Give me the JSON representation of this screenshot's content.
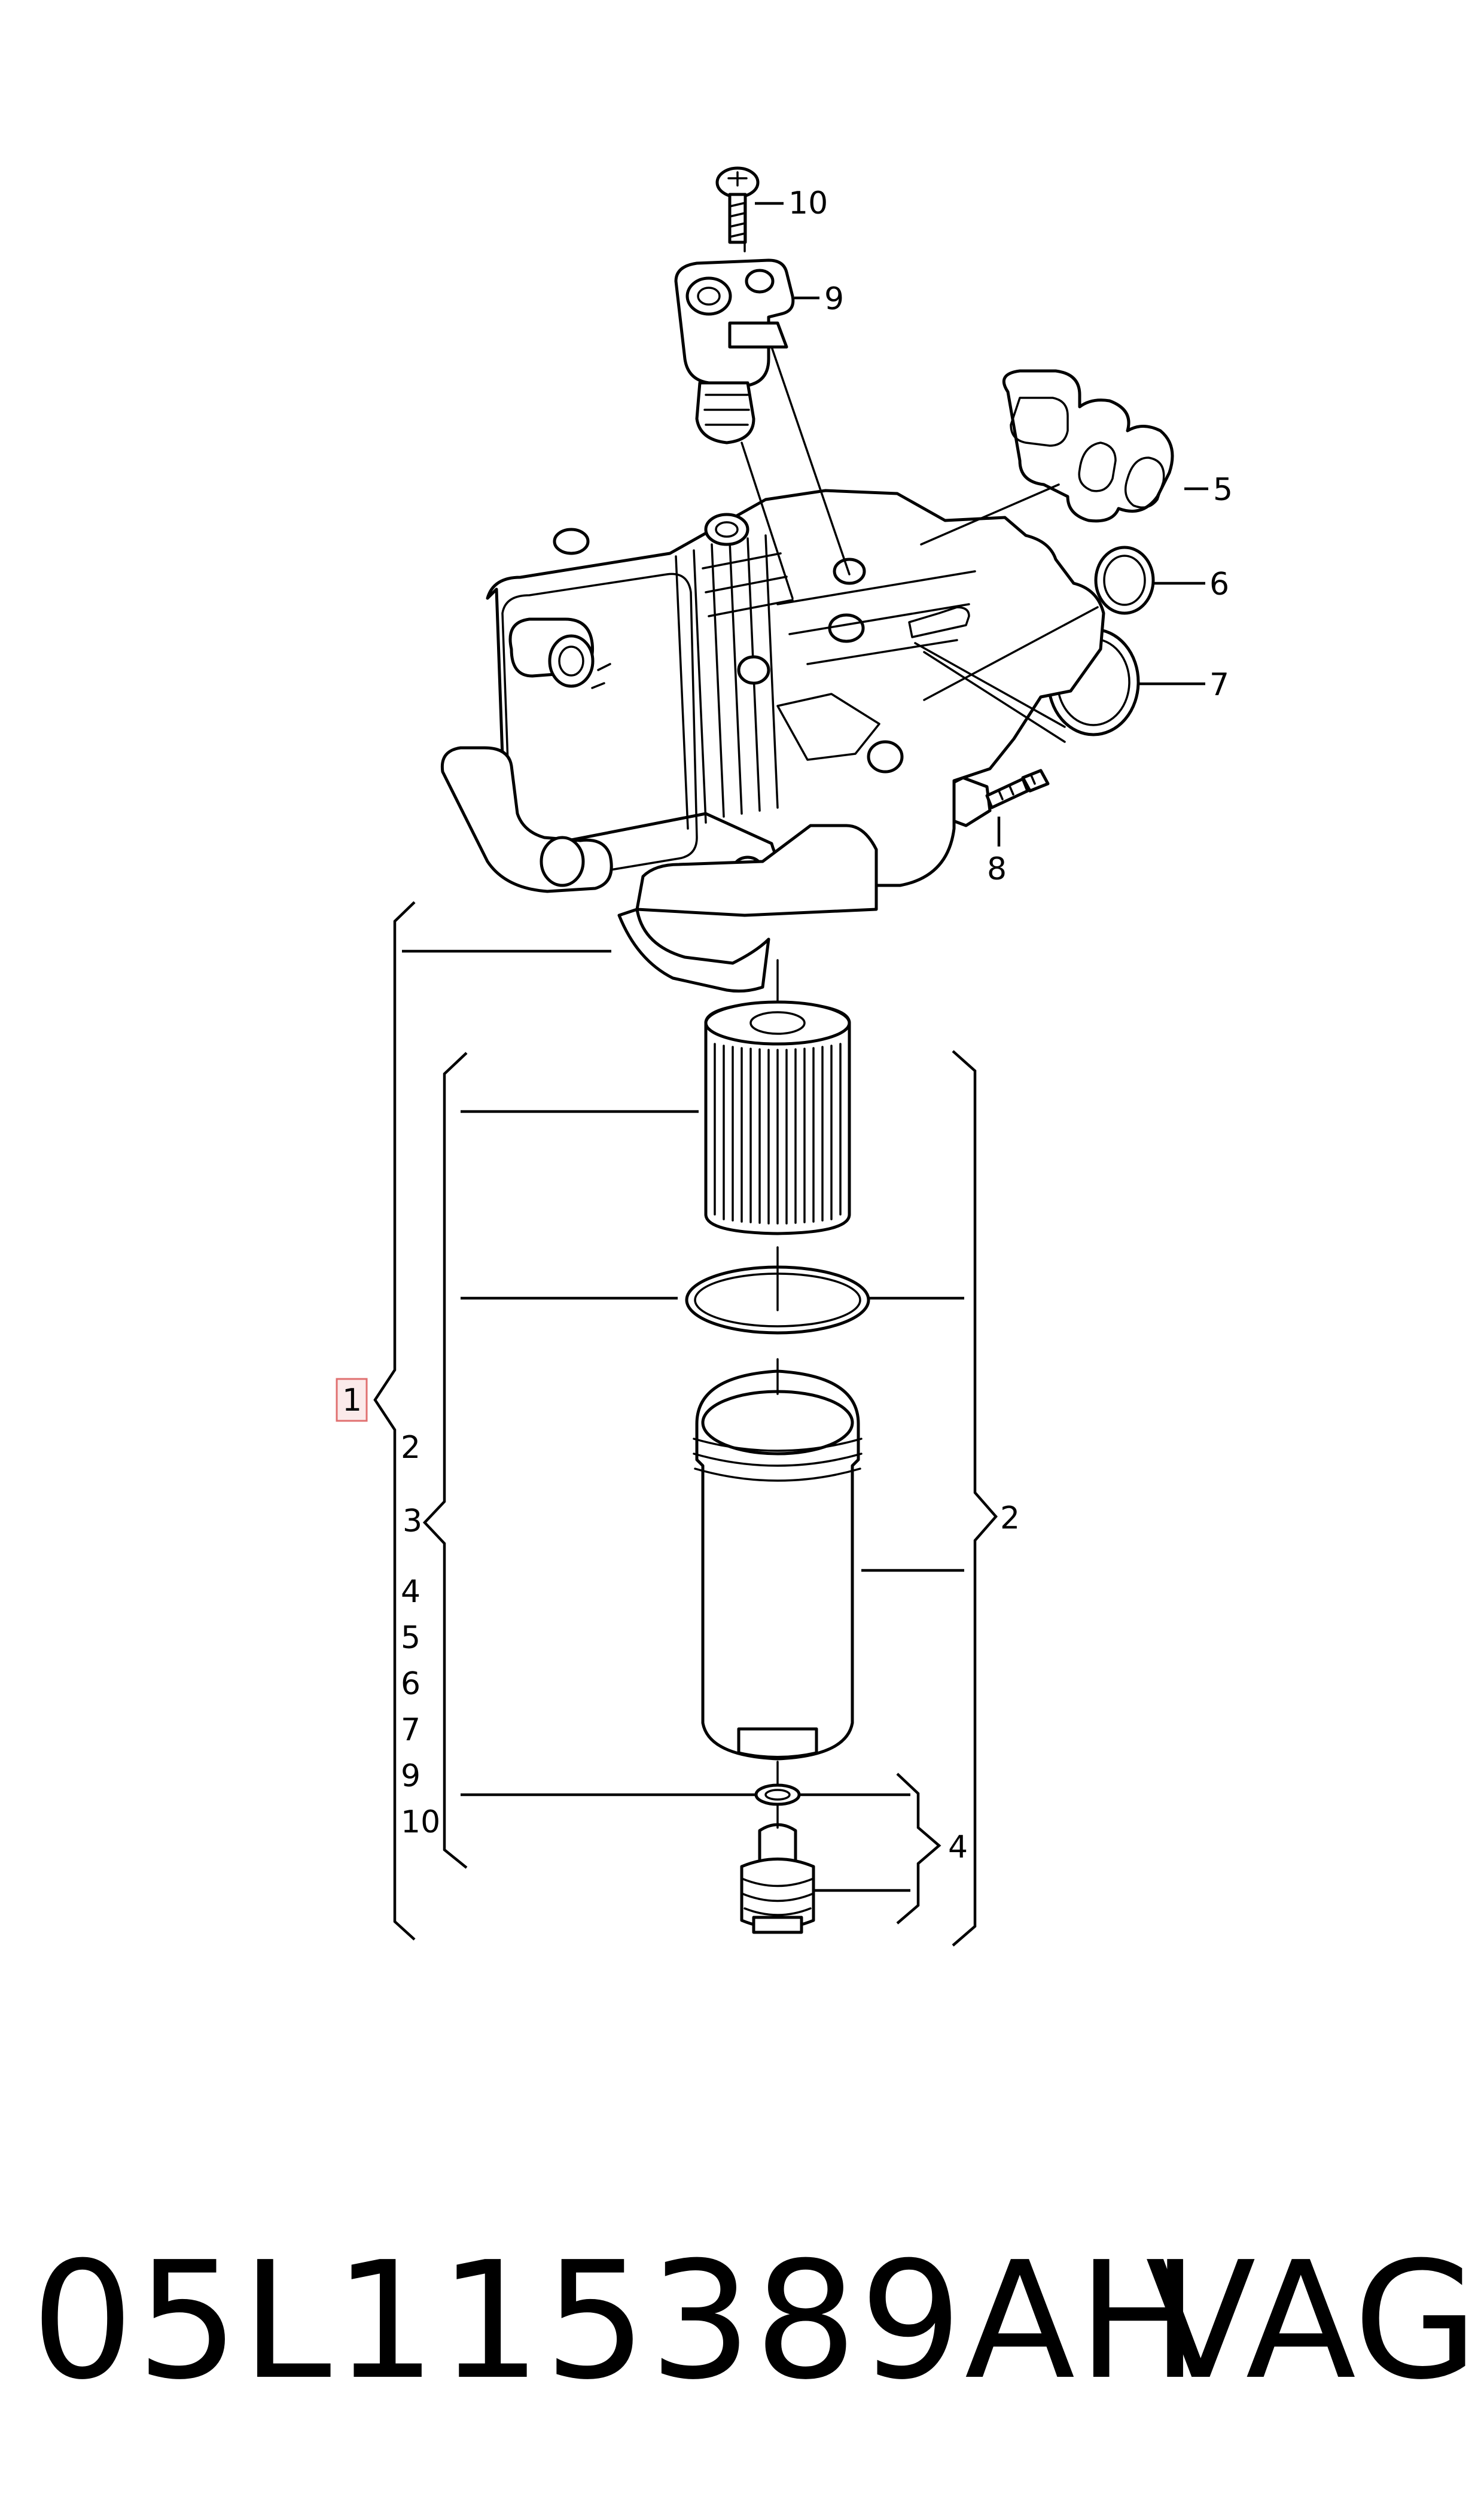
{
  "callouts": {
    "c10": "10",
    "c9": "9",
    "c5": "5",
    "c6": "6",
    "c7": "7",
    "c8": "8",
    "c2_right": "2",
    "c4_right": "4"
  },
  "legend": {
    "highlighted": "1",
    "items": [
      "2",
      "3",
      "4",
      "5",
      "6",
      "7",
      "9",
      "10"
    ]
  },
  "footer": {
    "part_number": "05L115389AH",
    "brand": "VAG"
  },
  "colors": {
    "highlight_fill": "#fbeaea",
    "highlight_border": "#e07070"
  }
}
